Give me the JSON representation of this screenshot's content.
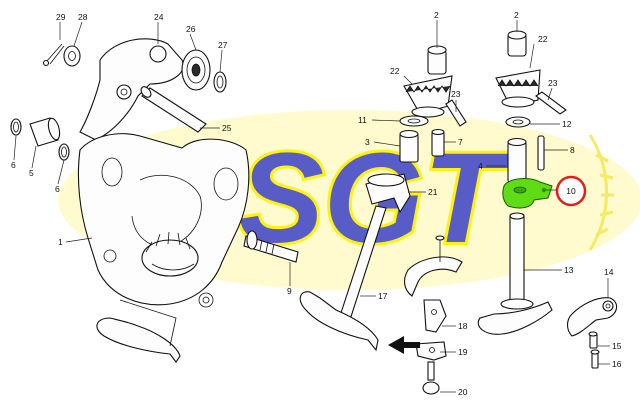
{
  "watermark": {
    "text": "SGT",
    "fill_color": "#4a4fc7",
    "outline_color": "#fff200"
  },
  "callouts": {
    "c1": "1",
    "c2a": "2",
    "c2b": "2",
    "c3": "3",
    "c4": "4",
    "c5": "5",
    "c6a": "6",
    "c6b": "6",
    "c7": "7",
    "c8": "8",
    "c9": "9",
    "c10": "10",
    "c11": "11",
    "c12": "12",
    "c13": "13",
    "c14": "14",
    "c15": "15",
    "c16": "16",
    "c17": "17",
    "c18": "18",
    "c19": "19",
    "c20": "20",
    "c21": "21",
    "c22a": "22",
    "c22b": "22",
    "c23a": "23",
    "c23b": "23",
    "c24": "24",
    "c25": "25",
    "c26": "26",
    "c27": "27",
    "c28": "28",
    "c29": "29"
  },
  "highlight": {
    "part": "10",
    "fill_color": "#5fdc14",
    "ring_color": "#e0201c"
  },
  "arrow": {
    "direction": "left"
  }
}
